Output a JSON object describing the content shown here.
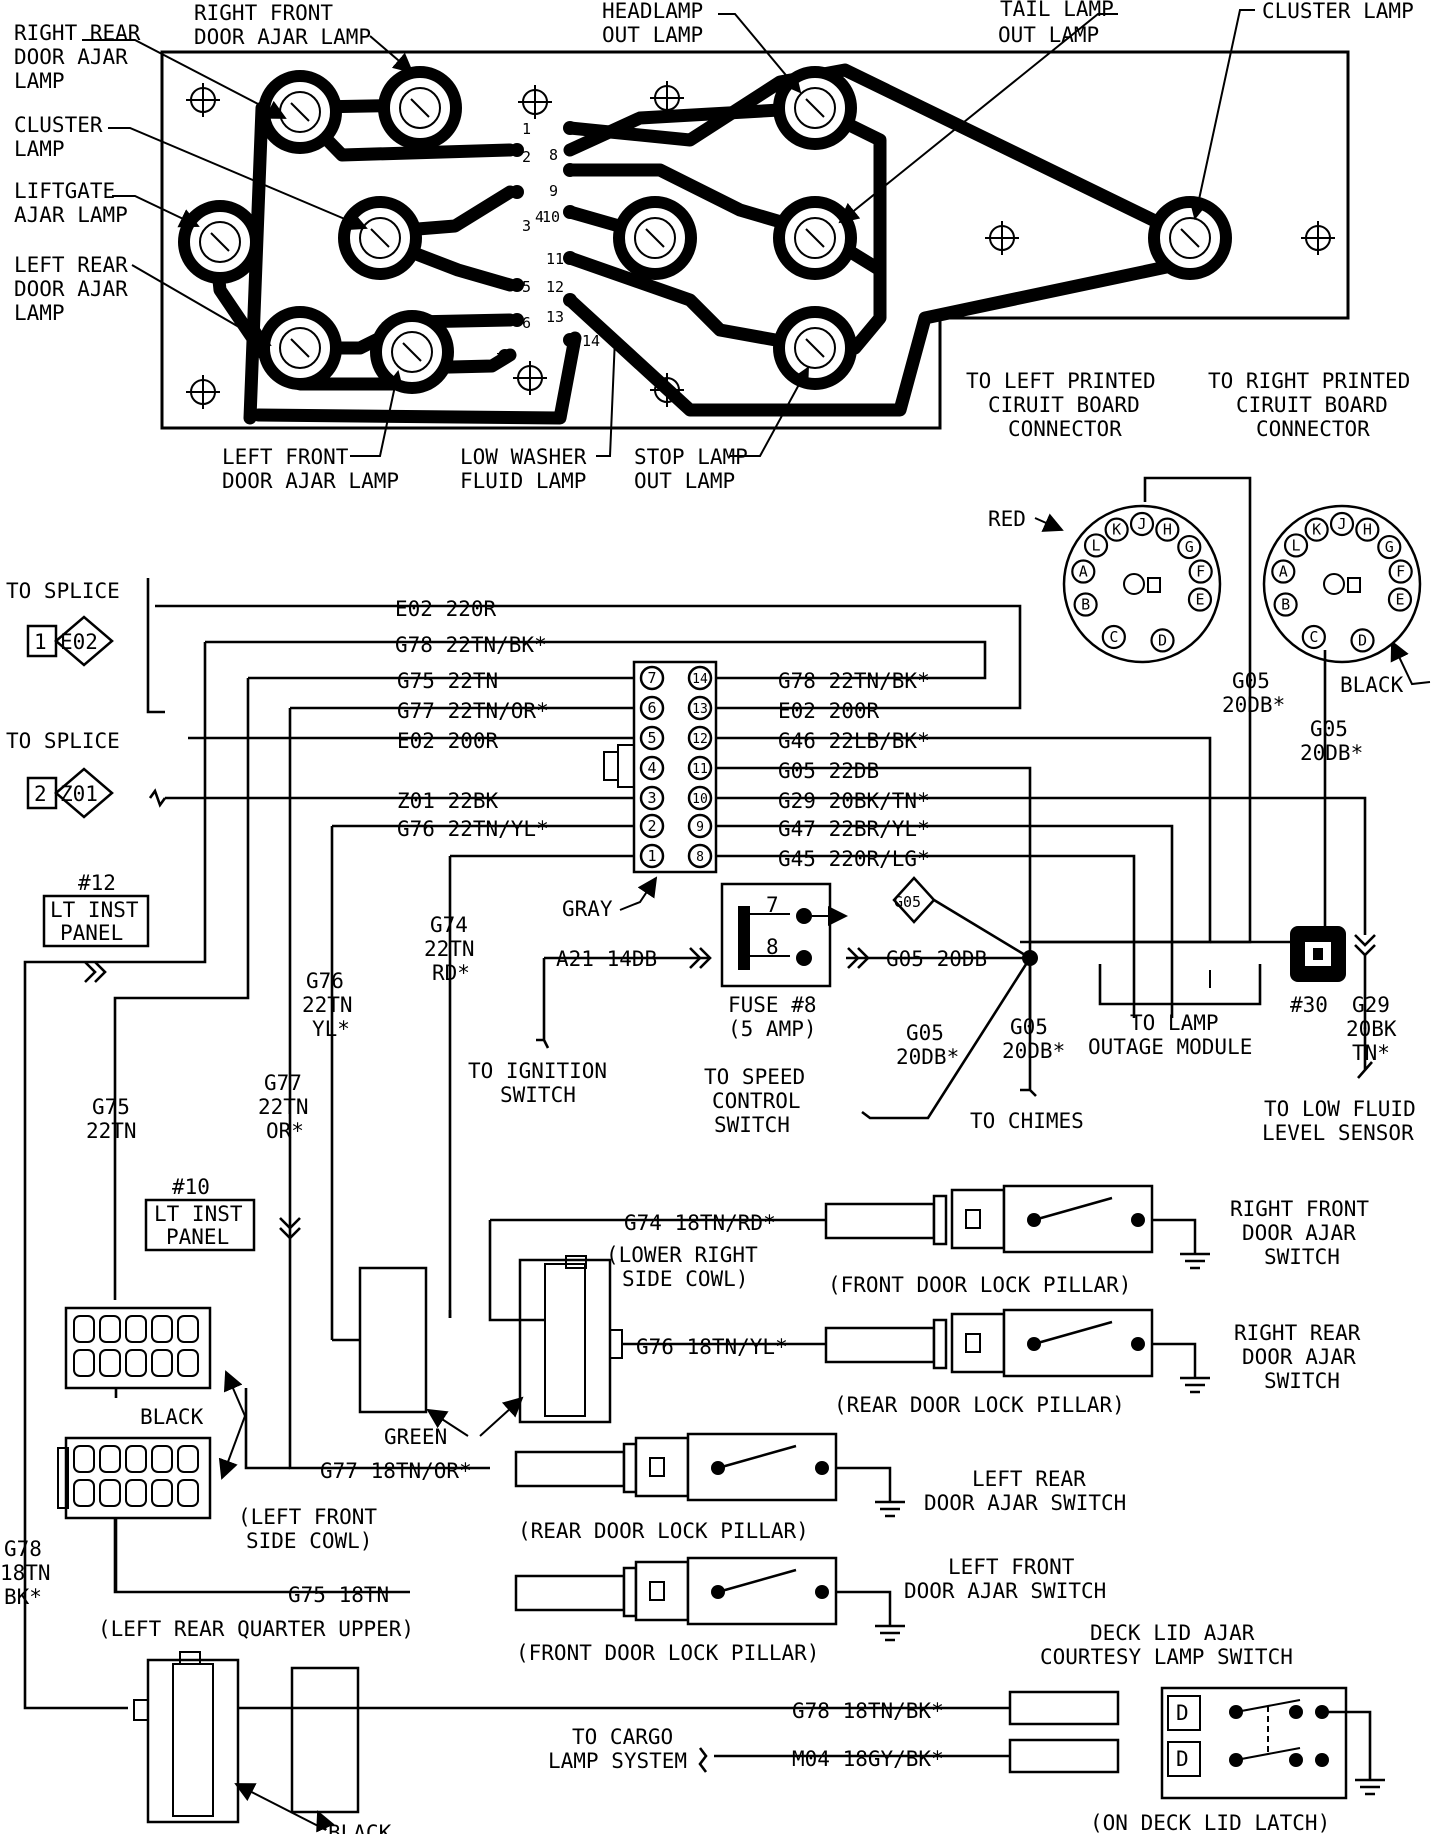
{
  "top_labels": {
    "right_rear_door_ajar": [
      "RIGHT REAR",
      "DOOR AJAR",
      "LAMP"
    ],
    "right_front_door_ajar": [
      "RIGHT FRONT",
      "DOOR AJAR LAMP"
    ],
    "headlamp_out": [
      "HEADLAMP",
      "OUT LAMP"
    ],
    "tail_lamp_out": [
      "TAIL LAMP",
      "OUT LAMP"
    ],
    "cluster_lamp_top": "CLUSTER LAMP",
    "cluster_lamp_left": [
      "CLUSTER",
      "LAMP"
    ],
    "liftgate_ajar": [
      "LIFTGATE",
      "AJAR LAMP"
    ],
    "left_rear_door_ajar": [
      "LEFT REAR",
      "DOOR AJAR",
      "LAMP"
    ],
    "left_front_door_ajar": [
      "LEFT FRONT",
      "DOOR AJAR LAMP"
    ],
    "low_washer_fluid": [
      "LOW WASHER",
      "FLUID LAMP"
    ],
    "stop_lamp_out": [
      "STOP LAMP",
      "OUT LAMP"
    ]
  },
  "board_pins": [
    "1",
    "2",
    "3",
    "4",
    "5",
    "6",
    "7",
    "8",
    "9",
    "10",
    "11",
    "12",
    "13",
    "14"
  ],
  "connectors": {
    "left_pcb": [
      "TO LEFT PRINTED",
      "CIRUIT BOARD",
      "CONNECTOR"
    ],
    "right_pcb": [
      "TO RIGHT PRINTED",
      "CIRUIT BOARD",
      "CONNECTOR"
    ],
    "red": "RED",
    "black": "BLACK",
    "left_pins": [
      "K",
      "J",
      "H",
      "L",
      "G",
      "A",
      "F",
      "B",
      "E",
      "C",
      "D"
    ],
    "right_pins": [
      "K",
      "J",
      "H",
      "L",
      "G",
      "A",
      "F",
      "B",
      "E",
      "C",
      "D"
    ]
  },
  "splices": {
    "to_splice_1": "TO SPLICE",
    "e02_id": "1",
    "e02_tag": "E02",
    "to_splice_2": "TO SPLICE",
    "z01_id": "2",
    "z01_tag": "Z01"
  },
  "gray_connector": {
    "label": "GRAY",
    "left_pins": [
      "7",
      "6",
      "5",
      "4",
      "3",
      "2",
      "1"
    ],
    "right_pins": [
      "14",
      "13",
      "12",
      "11",
      "10",
      "9",
      "8"
    ],
    "left_wires": [
      "G75 22TN",
      "G77 22TN/OR*",
      "E02 200R",
      "Z01 22BK",
      "G76 22TN/YL*"
    ],
    "right_wires": [
      "G78 22TN/BK*",
      "E02 200R",
      "G46 22LB/BK*",
      "G05 22DB",
      "G29 20BK/TN*",
      "G47 22BR/YL*",
      "G45 220R/LG*"
    ],
    "e02_top": "E02 220R",
    "g78_top": "G78 22TN/BK*"
  },
  "inst_panel": {
    "p12_num": "#12",
    "p12_label": [
      "LT INST",
      "PANEL"
    ],
    "p10_num": "#10",
    "p10_label": [
      "LT INST",
      "PANEL"
    ]
  },
  "fuse": {
    "pin7": "7",
    "pin8": "8",
    "label": [
      "FUSE #8",
      "(5 AMP)"
    ],
    "a21": "A21 14DB",
    "g05_out": "G05 20DB",
    "to_ignition": [
      "TO IGNITION",
      "SWITCH"
    ]
  },
  "g05_branch": {
    "tag": "G05",
    "speed_wire": [
      "G05",
      "20DB*"
    ],
    "to_speed": [
      "TO SPEED",
      "CONTROL",
      "SWITCH"
    ],
    "chimes_wire": [
      "G05",
      "20DB*"
    ],
    "to_chimes": "TO CHIMES",
    "outage": [
      "TO LAMP",
      "OUTAGE MODULE"
    ],
    "red_wire": [
      "G05",
      "20DB*"
    ],
    "black_wire": [
      "G05",
      "20DB*"
    ]
  },
  "g29": {
    "ground": "#30",
    "wire": [
      "G29",
      "20BK",
      "TN*"
    ],
    "to_sensor": [
      "TO LOW FLUID",
      "LEVEL SENSOR"
    ]
  },
  "vertical_wires": {
    "g74": [
      "G74",
      "22TN",
      "RD*"
    ],
    "g76": [
      "G76",
      "22TN",
      "YL*"
    ],
    "g77": [
      "G77",
      "22TN",
      "OR*"
    ],
    "g75": [
      "G75",
      "22TN"
    ],
    "g78": [
      "G78",
      "18TN",
      "BK*"
    ]
  },
  "switches": {
    "rf_wire": "G74 18TN/RD*",
    "rf_loc": [
      "(LOWER RIGHT",
      "SIDE COWL)"
    ],
    "rf_title": [
      "RIGHT FRONT",
      "DOOR AJAR",
      "SWITCH"
    ],
    "rf_pillar": "(FRONT DOOR LOCK PILLAR)",
    "rr_wire": "G76 18TN/YL*",
    "rr_title": [
      "RIGHT REAR",
      "DOOR AJAR",
      "SWITCH"
    ],
    "rr_pillar": "(REAR DOOR LOCK PILLAR)",
    "green": "GREEN",
    "black1": "BLACK",
    "lr_wire": "G77 18TN/OR*",
    "lr_title": [
      "LEFT REAR",
      "DOOR AJAR SWITCH"
    ],
    "lr_pillar": "(REAR DOOR LOCK PILLAR)",
    "lf_cowl": [
      "(LEFT FRONT",
      "SIDE COWL)"
    ],
    "lf_wire": "G75 18TN",
    "lf_title": [
      "LEFT FRONT",
      "DOOR AJAR SWITCH"
    ],
    "lf_pillar": "(FRONT DOOR LOCK PILLAR)",
    "quarter": "(LEFT REAR QUARTER UPPER)",
    "deck_title": [
      "DECK LID AJAR",
      "COURTESY LAMP SWITCH"
    ],
    "deck_wire1": "G78 18TN/BK*",
    "deck_wire2": "M04 18GY/BK*",
    "to_cargo": [
      "TO CARGO",
      "LAMP SYSTEM"
    ],
    "deck_loc": "(ON DECK LID LATCH)",
    "black2": "BLACK",
    "deck_pin": "D"
  }
}
